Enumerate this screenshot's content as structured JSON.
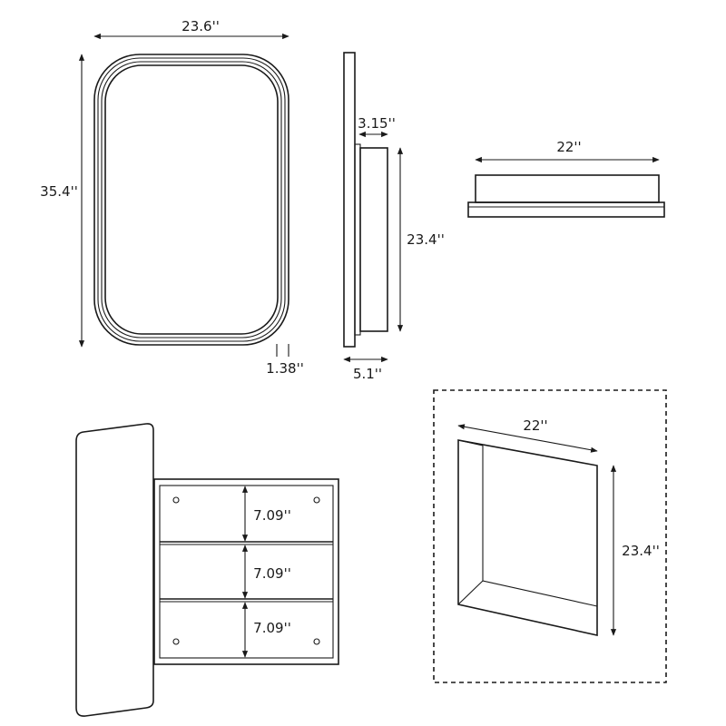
{
  "front_view": {
    "width_label": "23.6''",
    "height_label": "35.4''",
    "frame_depth_label": "1.38''"
  },
  "side_view": {
    "depth_label": "3.15''",
    "recess_height_label": "23.4''",
    "total_depth_label": "5.1''"
  },
  "top_view": {
    "width_label": "22''"
  },
  "open_view": {
    "shelf_labels": [
      "7.09''",
      "7.09''",
      "7.09''"
    ]
  },
  "recess_view": {
    "width_label": "22''",
    "height_label": "23.4''"
  }
}
